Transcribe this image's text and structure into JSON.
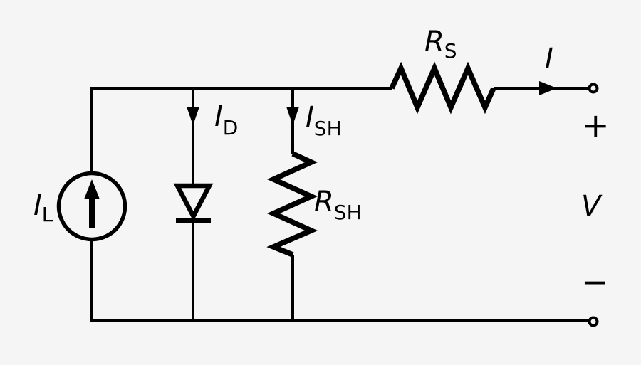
{
  "colors": {
    "background": "#f5f5f5",
    "line": "#000000"
  },
  "labels": {
    "photocurrent": {
      "main": "I",
      "sub": "L"
    },
    "diode_current": {
      "main": "I",
      "sub": "D"
    },
    "shunt_current": {
      "main": "I",
      "sub": "SH"
    },
    "shunt_resistor": {
      "main": "R",
      "sub": "SH"
    },
    "series_resistor": {
      "main": "R",
      "sub": "S"
    },
    "output_current": {
      "main": "I"
    },
    "voltage": {
      "main": "V"
    },
    "positive_sign": "+",
    "negative_sign": "−"
  }
}
